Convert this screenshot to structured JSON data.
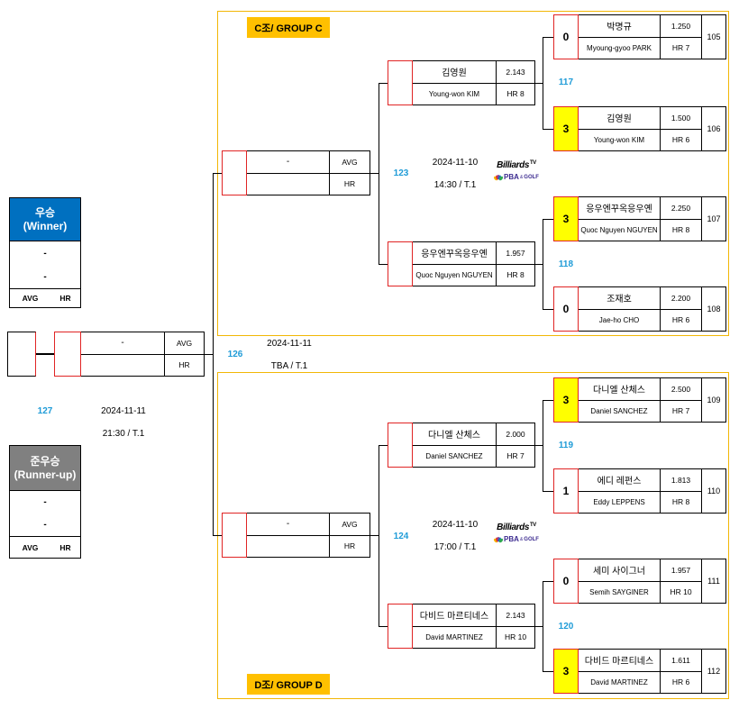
{
  "colors": {
    "group_border": "#f2b705",
    "group_label_bg": "#ffc000",
    "winner_header": "#0070c0",
    "runner_up_header": "#808080",
    "match_no": "#1e9bd7",
    "winner_score_bg": "#ffff00",
    "seed_border": "#e02424"
  },
  "group_c": {
    "label": "C조/ GROUP C"
  },
  "group_d": {
    "label": "D조/ GROUP D"
  },
  "winner": {
    "title": "우승",
    "subtitle": "(Winner)",
    "line1": "-",
    "line2": "-",
    "avg": "AVG",
    "hr": "HR"
  },
  "runner_up": {
    "title": "준우승",
    "subtitle": "(Runner-up)",
    "line1": "-",
    "line2": "-",
    "avg": "AVG",
    "hr": "HR"
  },
  "match127": {
    "match_no": "127",
    "date": "2024-11-11",
    "time": "21:30 / T.1"
  },
  "final": {
    "match_no": "126",
    "date": "2024-11-11",
    "time": "TBA / T.1",
    "player": "-",
    "avg": "AVG",
    "hr": "HR"
  },
  "semis": [
    {
      "match_no": "123",
      "date": "2024-11-10",
      "time": "14:30 / T.1",
      "player": "-",
      "avg": "AVG",
      "hr": "HR"
    },
    {
      "match_no": "124",
      "date": "2024-11-10",
      "time": "17:00 / T.1",
      "player": "-",
      "avg": "AVG",
      "hr": "HR"
    }
  ],
  "quarters": [
    {
      "match_no": "117",
      "name_ko": "김영원",
      "name_en": "Young-won KIM",
      "avg": "2.143",
      "hr": "HR 8"
    },
    {
      "match_no": "118",
      "name_ko": "응우엔꾸옥응우옌",
      "name_en": "Quoc Nguyen NGUYEN",
      "avg": "1.957",
      "hr": "HR 8"
    },
    {
      "match_no": "119",
      "name_ko": "다니엘 산체스",
      "name_en": "Daniel SANCHEZ",
      "avg": "2.000",
      "hr": "HR 7"
    },
    {
      "match_no": "120",
      "name_ko": "다비드 마르티네스",
      "name_en": "David MARTINEZ",
      "avg": "2.143",
      "hr": "HR 10"
    }
  ],
  "round1": [
    {
      "match_no": "105",
      "score": "0",
      "name_ko": "박명규",
      "name_en": "Myoung-gyoo PARK",
      "avg": "1.250",
      "hr": "HR 7",
      "winner": false
    },
    {
      "match_no": "106",
      "score": "3",
      "name_ko": "김영원",
      "name_en": "Young-won KIM",
      "avg": "1.500",
      "hr": "HR 6",
      "winner": true
    },
    {
      "match_no": "107",
      "score": "3",
      "name_ko": "응우엔꾸옥응우옌",
      "name_en": "Quoc Nguyen NGUYEN",
      "avg": "2.250",
      "hr": "HR 8",
      "winner": true
    },
    {
      "match_no": "108",
      "score": "0",
      "name_ko": "조재호",
      "name_en": "Jae-ho CHO",
      "avg": "2.200",
      "hr": "HR 6",
      "winner": false
    },
    {
      "match_no": "109",
      "score": "3",
      "name_ko": "다니엘 산체스",
      "name_en": "Daniel SANCHEZ",
      "avg": "2.500",
      "hr": "HR 7",
      "winner": true
    },
    {
      "match_no": "110",
      "score": "1",
      "name_ko": "에디 레펀스",
      "name_en": "Eddy LEPPENS",
      "avg": "1.813",
      "hr": "HR 8",
      "winner": false
    },
    {
      "match_no": "111",
      "score": "0",
      "name_ko": "세미 사이그너",
      "name_en": "Semih SAYGINER",
      "avg": "1.957",
      "hr": "HR 10",
      "winner": false
    },
    {
      "match_no": "112",
      "score": "3",
      "name_ko": "다비드 마르티네스",
      "name_en": "David MARTINEZ",
      "avg": "1.611",
      "hr": "HR 6",
      "winner": true
    }
  ],
  "logo": {
    "brand": "Billiards",
    "tv": "TV",
    "pba": "PBA",
    "amp": "&",
    "golf": "GOLF",
    "icon": "peacock-icon"
  }
}
